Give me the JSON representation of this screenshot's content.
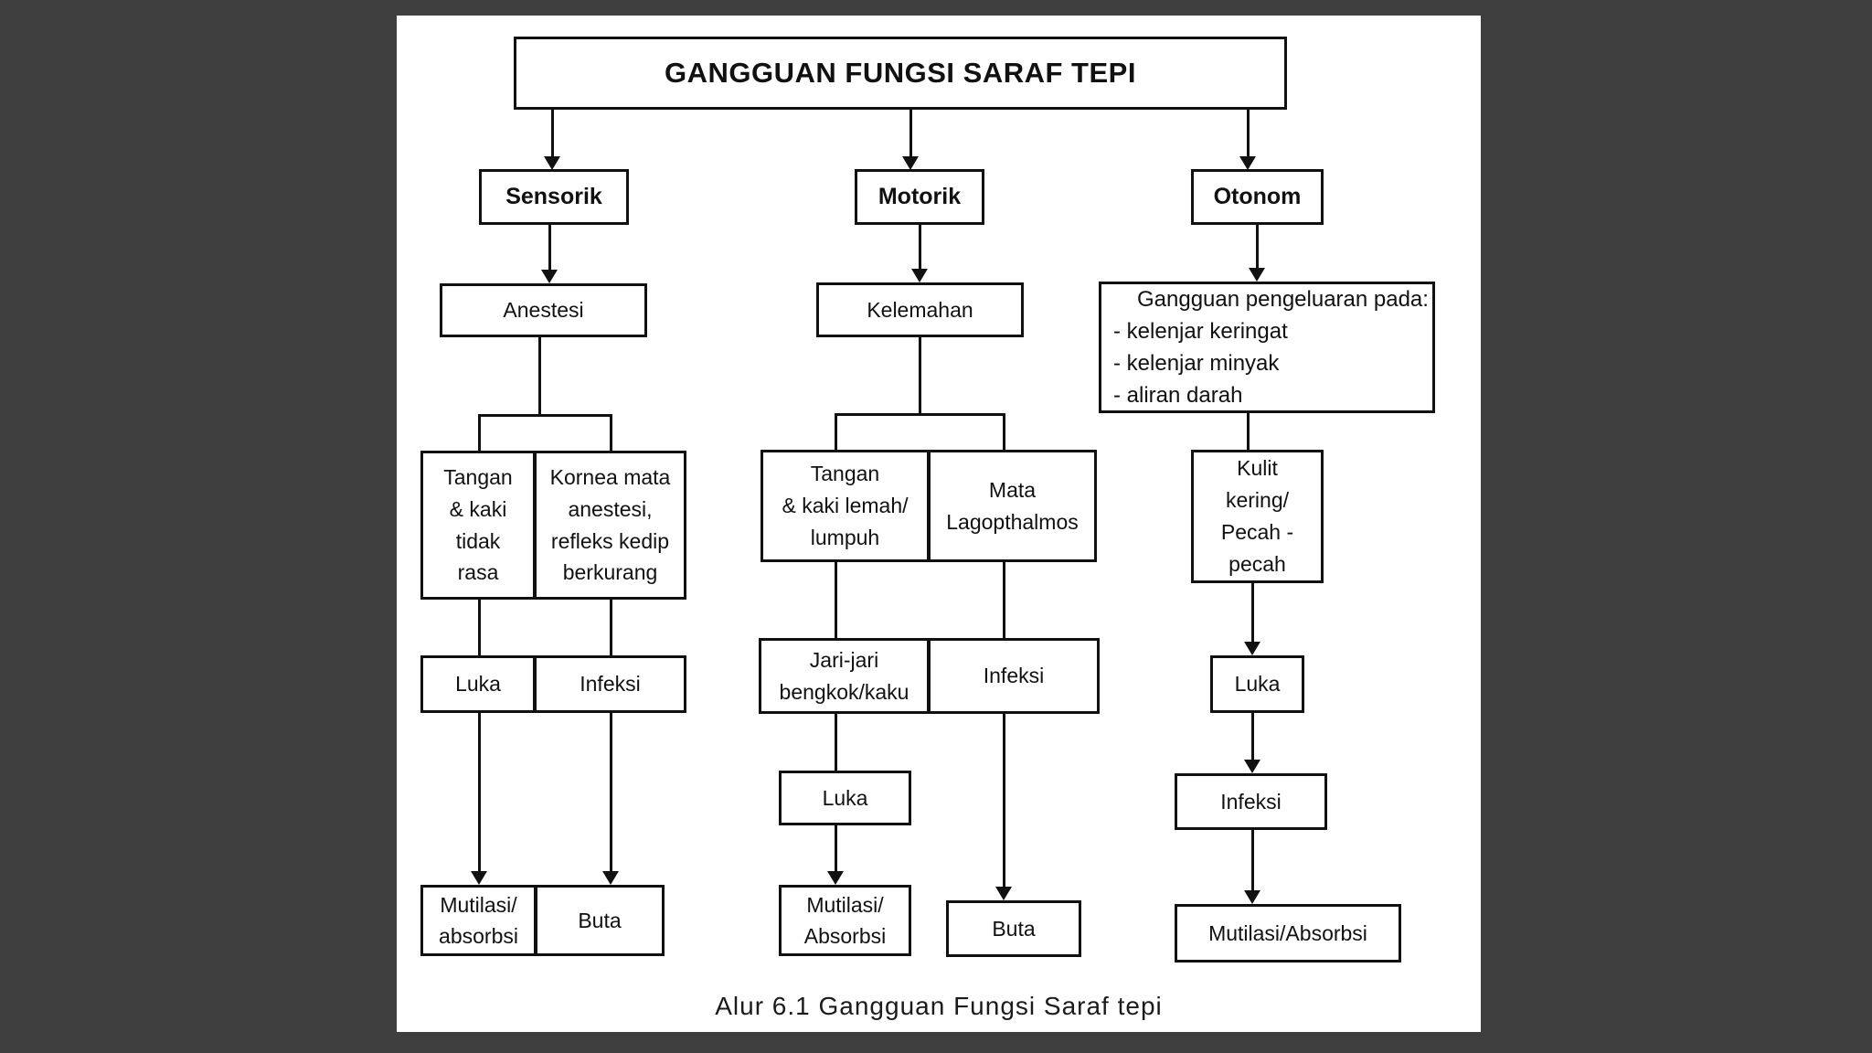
{
  "colors": {
    "background": "#3f3f3f",
    "panel": "#ffffff",
    "ink": "#111111"
  },
  "title": "GANGGUAN FUNGSI SARAF TEPI",
  "sensorik": {
    "label": "Sensorik",
    "anestesi": "Anestesi",
    "tangan_kaki": "Tangan\n& kaki\ntidak\nrasa",
    "kornea": "Kornea mata\nanestesi,\nrefleks kedip\nberkurang",
    "luka": "Luka",
    "infeksi": "Infeksi",
    "mutilasi": "Mutilasi/\nabsorbsi",
    "buta": "Buta"
  },
  "motorik": {
    "label": "Motorik",
    "kelemahan": "Kelemahan",
    "tangan_kaki": "Tangan\n& kaki lemah/\nlumpuh",
    "mata": "Mata\nLagopthalmos",
    "jari_jari": "Jari-jari\nbengkok/kaku",
    "infeksi": "Infeksi",
    "luka": "Luka",
    "mutilasi": "Mutilasi/\nAbsorbsi",
    "buta": "Buta"
  },
  "otonom": {
    "label": "Otonom",
    "gangguan": {
      "heading": "Gangguan pengeluaran pada:",
      "items": [
        "- kelenjar keringat",
        "- kelenjar minyak",
        "- aliran darah"
      ]
    },
    "kulit": "Kulit\nkering/\nPecah -\npecah",
    "luka": "Luka",
    "infeksi": "Infeksi",
    "mutilasi": "Mutilasi/Absorbsi"
  },
  "caption": "Alur 6.1 Gangguan Fungsi Saraf tepi"
}
